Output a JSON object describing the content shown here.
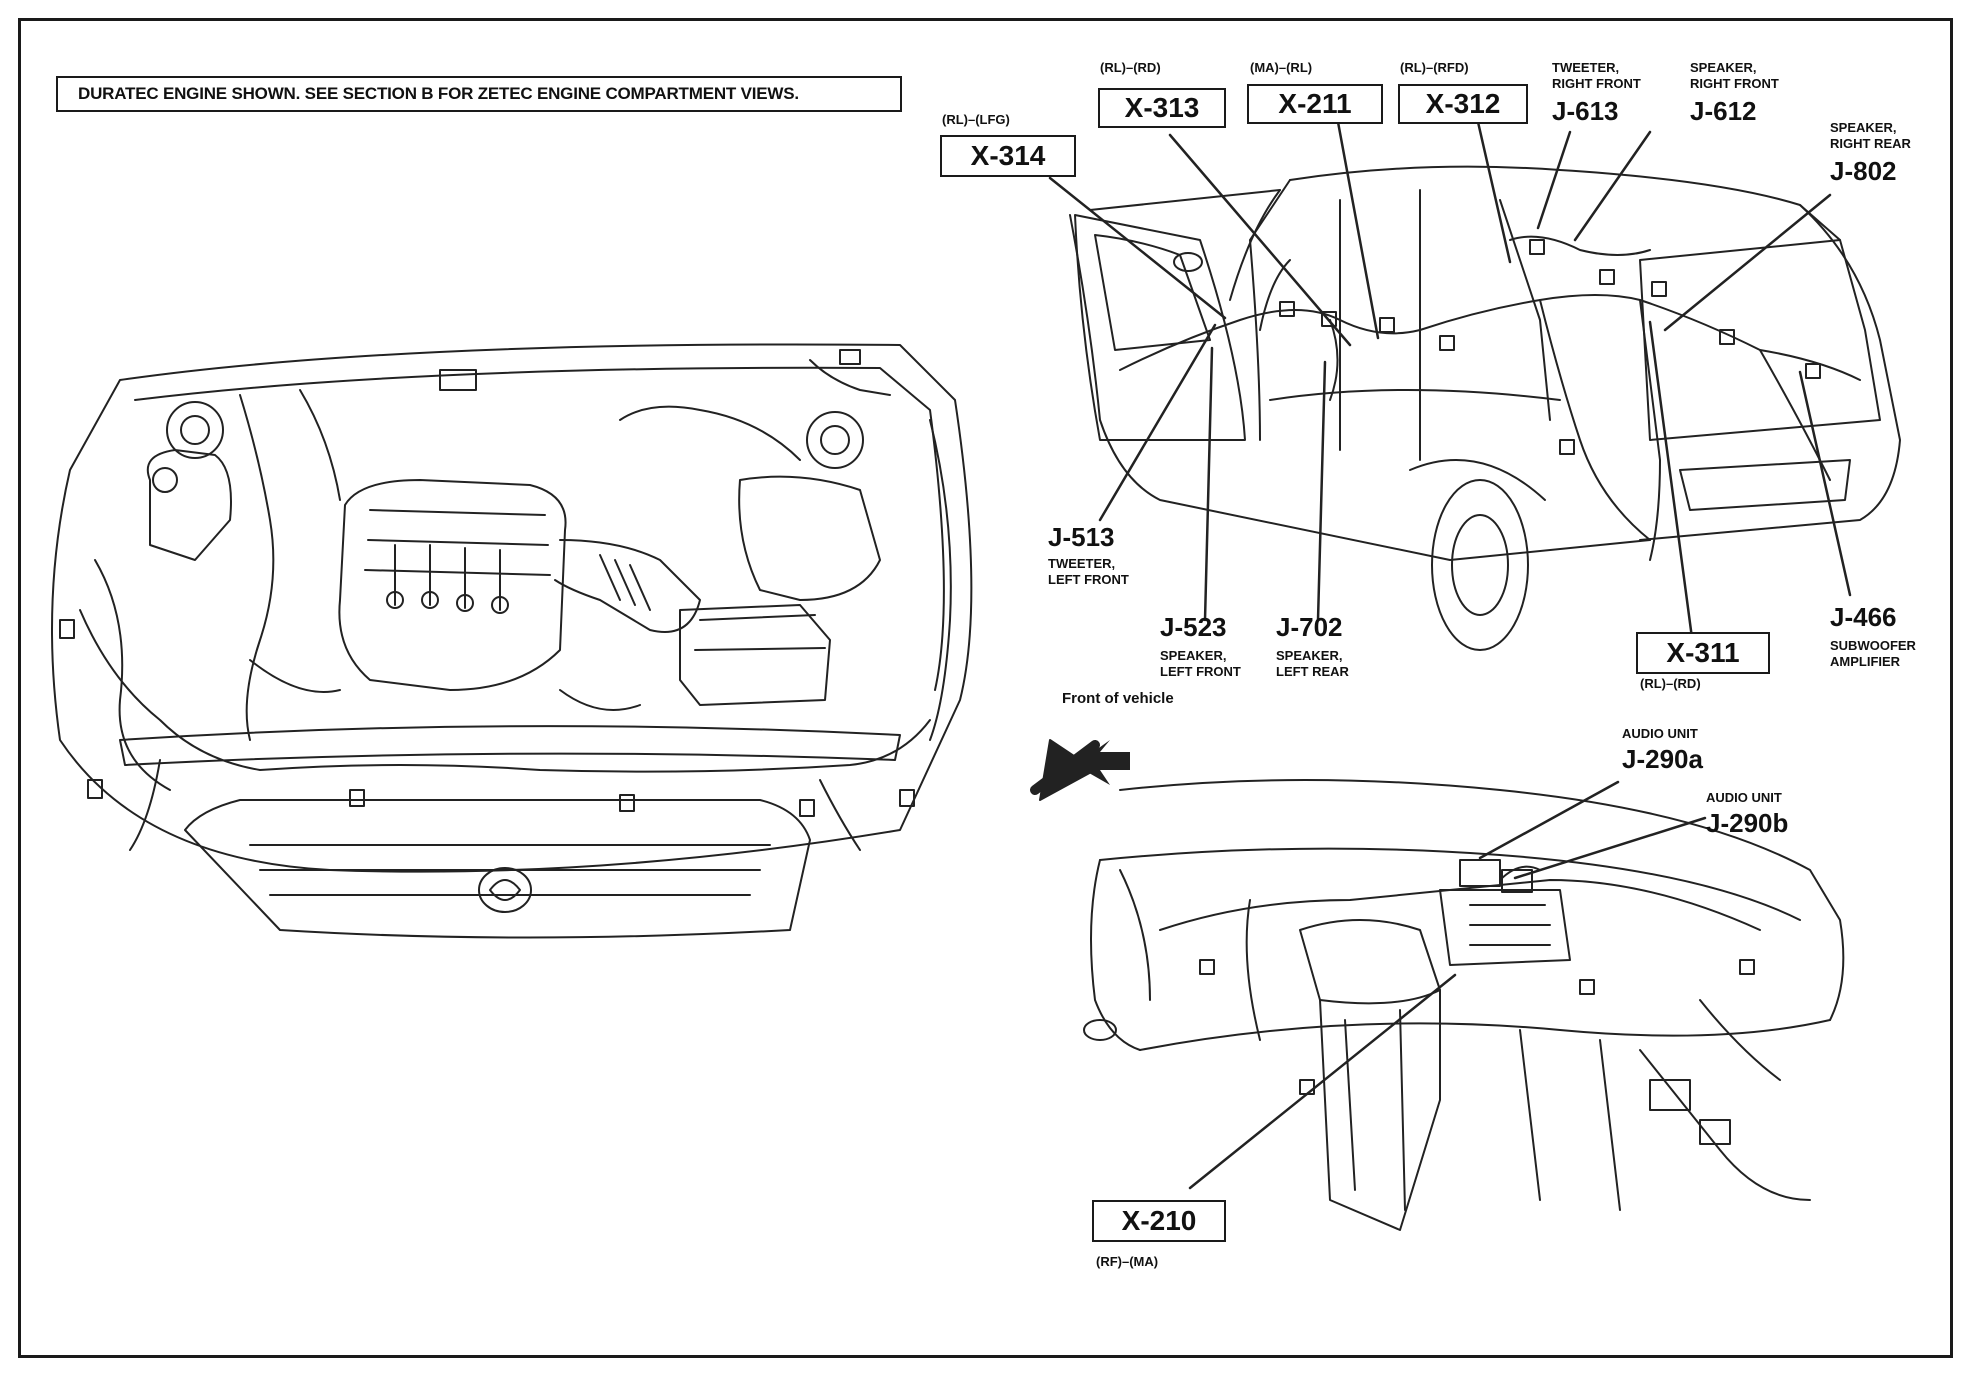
{
  "note": "DURATEC ENGINE SHOWN. SEE SECTION B FOR ZETEC ENGINE COMPARTMENT VIEWS.",
  "front_of_vehicle": "Front of vehicle",
  "connectors": [
    {
      "id": "X-314",
      "code": "(RL)–(LFG)"
    },
    {
      "id": "X-313",
      "code": "(RL)–(RD)"
    },
    {
      "id": "X-211",
      "code": "(MA)–(RL)"
    },
    {
      "id": "X-312",
      "code": "(RL)–(RFD)"
    },
    {
      "id": "X-311",
      "code": "(RL)–(RD)"
    },
    {
      "id": "X-210",
      "code": "(RF)–(MA)"
    }
  ],
  "jacks": [
    {
      "id": "J-613",
      "desc1": "TWEETER,",
      "desc2": "RIGHT FRONT"
    },
    {
      "id": "J-612",
      "desc1": "SPEAKER,",
      "desc2": "RIGHT FRONT"
    },
    {
      "id": "J-802",
      "desc1": "SPEAKER,",
      "desc2": "RIGHT REAR"
    },
    {
      "id": "J-513",
      "desc1": "TWEETER,",
      "desc2": "LEFT FRONT"
    },
    {
      "id": "J-523",
      "desc1": "SPEAKER,",
      "desc2": "LEFT FRONT"
    },
    {
      "id": "J-702",
      "desc1": "SPEAKER,",
      "desc2": "LEFT REAR"
    },
    {
      "id": "J-466",
      "desc1": "SUBWOOFER",
      "desc2": "AMPLIFIER"
    },
    {
      "id": "J-290a",
      "desc1": "AUDIO UNIT",
      "desc2": ""
    },
    {
      "id": "J-290b",
      "desc1": "AUDIO UNIT",
      "desc2": ""
    }
  ]
}
